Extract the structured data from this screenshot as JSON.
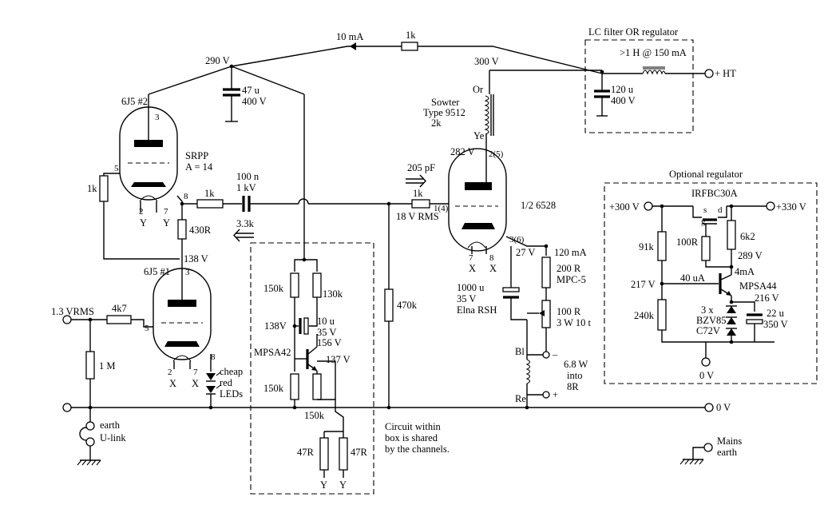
{
  "labels": {
    "v290": "290 V",
    "i10ma": "10 mA",
    "r1k_top": "1k",
    "lc_title": "LC filter OR regulator",
    "choke": ">1 H @ 150 mA",
    "ht": "+ HT",
    "v300": "300 V",
    "c120u": "120 u",
    "c120v": "400 V",
    "tube_top": "6J5 #2",
    "c47u": "47 u",
    "c47v": "400 V",
    "srpp1": "SRPP",
    "srpp2": "A = 14",
    "r1k_left": "1k",
    "r1k_grid": "1k",
    "c100n": "100 n",
    "c1kv": "1 kV",
    "r3_3k": "3.3k",
    "r430": "430R",
    "v138": "138 V",
    "tube_bot": "6J5  #1",
    "pin3a": "3",
    "pin5a": "5",
    "pin8a": "8",
    "pin2a": "2",
    "pin7a": "7",
    "pinYa": "Y",
    "pinYb": "Y",
    "pin3b": "3",
    "pin5b": "5",
    "pin8b": "8",
    "pin2b": "2",
    "pin7b": "7",
    "pinXa": "X",
    "pinXb": "X",
    "vin": "1.3 VRMS",
    "r4k7": "4k7",
    "r1m": "1 M",
    "leds1": "cheap",
    "leds2": "red",
    "leds3": "LEDs",
    "earth1": "earth",
    "earth2": "U-link",
    "sowter1": "Sowter",
    "sowter2": "Type 9512",
    "sowter3": "2k",
    "or": "Or",
    "ye": "Ye",
    "v282": "282 V",
    "p25": "2(5)",
    "c205p": "205 pF",
    "r1k_out": "1k",
    "p14": "1(4)",
    "v18": "18 V  RMS",
    "tube_out": "1/2 6528",
    "p36": "3(6)",
    "v27": "27 V",
    "i120": "120 mA",
    "r200": "200 R",
    "mpc5": "MPC-5",
    "c1000u": "1000 u",
    "c35v": "35 V",
    "elna": "Elna RSH",
    "r100r1": "100 R",
    "r100r2": "3 W 10 t",
    "pX7": "7",
    "pX8": "8",
    "pXa": "X",
    "pXb": "X",
    "bl": "Bl",
    "re": "Re",
    "minus": "–",
    "plus": "+",
    "watts1": "6.8 W",
    "watts2": "into",
    "watts3": "8R",
    "r470k": "470k",
    "r150k_a": "150k",
    "r130k": "130k",
    "v138b": "138V",
    "c10u": "10 u",
    "c10v": "35 V",
    "mpsa42": "MPSA42",
    "v156": "156 V",
    "v137": "137 V",
    "r150k_b": "150k",
    "r150k_c": "150k",
    "r47a": "47R",
    "r47b": "47R",
    "ya": "Y",
    "yb": "Y",
    "shared1": "Circuit within",
    "shared2": "box is shared",
    "shared3": "by the channels.",
    "zero_v": "0 V",
    "mains1": "Mains",
    "mains2": "earth",
    "reg_title": "Optional regulator",
    "irf": "IRFBC30A",
    "s": "s",
    "g": "g",
    "d": "d",
    "reg_in": "+300 V",
    "reg_out": "+330 V",
    "r91k": "91k",
    "r100r": "100R",
    "r6k2": "6k2",
    "v289": "289 V",
    "i4ma": "4mA",
    "v217": "217 V",
    "i40ua": "40 uA",
    "mpsa44": "MPSA44",
    "v216": "216 V",
    "r240k": "240k",
    "z1": "3 x",
    "z2": "BZV85",
    "z3": "C72V",
    "c22u": "22 u",
    "c350v": "350 V",
    "reg_zero": "0 V"
  }
}
